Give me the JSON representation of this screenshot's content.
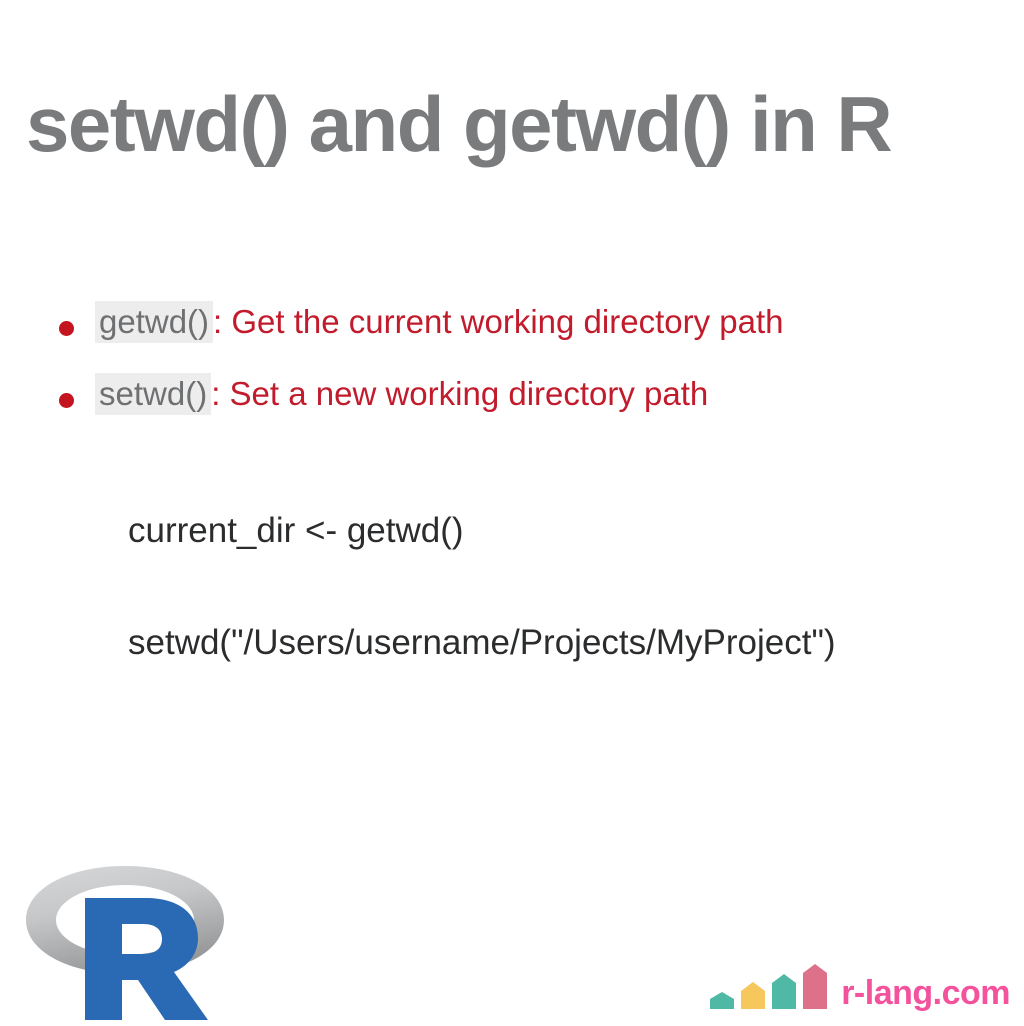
{
  "slide": {
    "title": "setwd() and getwd() in R",
    "title_color": "#7a7b7d",
    "background_color": "#ffffff"
  },
  "bullets": {
    "dot_color": "#c4141f",
    "chip_bg": "#ededed",
    "chip_color": "#6f7072",
    "desc_color": "#c21b2c",
    "items": [
      {
        "code": "getwd()",
        "separator": ":",
        "description": "Get the current working directory path"
      },
      {
        "code": "setwd()",
        "separator": ":",
        "description": "Set a new working directory path"
      }
    ]
  },
  "code_block": {
    "text_color": "#2b2c2e",
    "lines": [
      "current_dir <- getwd()",
      "setwd(\"/Users/username/Projects/MyProject\")"
    ]
  },
  "logo": {
    "name": "r-language-logo",
    "letter": "R",
    "letter_color": "#2a6ab5",
    "ring_color_light": "#d2d3d5",
    "ring_color_dark": "#9b9c9e"
  },
  "brand": {
    "name": "r-lang.com",
    "name_color": "#f4529c",
    "bars": [
      {
        "color": "#4fb9a5",
        "height": 16
      },
      {
        "color": "#f6c75c",
        "height": 26
      },
      {
        "color": "#4fb9a5",
        "height": 34
      },
      {
        "color": "#dd7189",
        "height": 44
      }
    ]
  }
}
